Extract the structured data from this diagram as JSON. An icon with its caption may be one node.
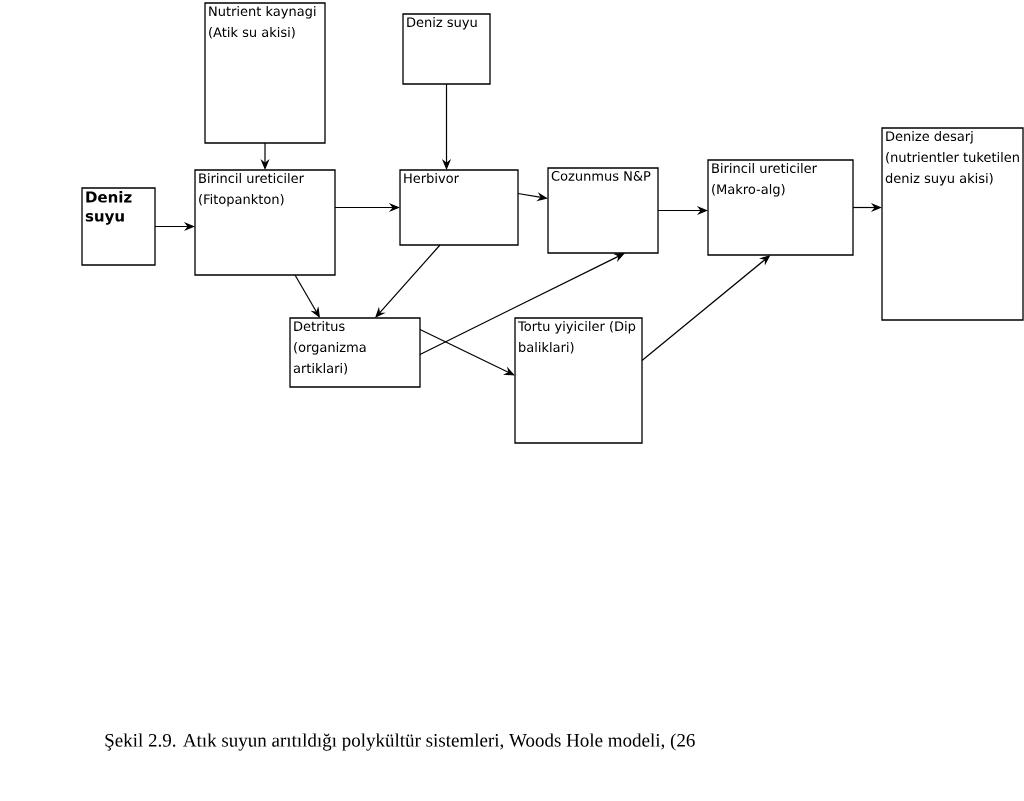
{
  "diagram": {
    "caption": "Şekil 2.9. Atık suyun arıtıldığı polykültür sistemleri, Woods Hole modeli, (26",
    "nodes": [
      {
        "text": [
          "Nutrient kaynagi (Atik su akisi)"
        ]
      },
      {
        "text": [
          "Deniz suyu"
        ]
      },
      {
        "text": [
          "Deniz suyu"
        ]
      },
      {
        "text": [
          "Birincil ureticiler (Fitopankton)"
        ]
      },
      {
        "text": [
          "Herbivor"
        ]
      },
      {
        "text": [
          "Cozunmus N&P"
        ]
      },
      {
        "text": [
          "Birincil ureticiler (Makro-alg)"
        ]
      },
      {
        "text": [
          "Denize desarj (nutrientler tuketilen deniz suyu akisi)"
        ]
      },
      {
        "text": [
          "Detritus (organizma artiklari)"
        ]
      },
      {
        "text": [
          "Tortu yiyiciler (Dip baliklari)"
        ]
      }
    ],
    "edges": [
      {
        "from": 0,
        "to": 3,
        "arrow": "to"
      },
      {
        "from": 1,
        "to": 4,
        "arrow": "to"
      },
      {
        "from": 2,
        "to": 3,
        "arrow": "to"
      },
      {
        "from": 3,
        "to": 4,
        "arrow": "to"
      },
      {
        "from": 4,
        "to": 5,
        "arrow": "to"
      },
      {
        "from": 5,
        "to": 6,
        "arrow": "to"
      },
      {
        "from": 6,
        "to": 7,
        "arrow": "to"
      },
      {
        "from": 3,
        "to": 8,
        "arrow": "to"
      },
      {
        "from": 4,
        "to": 8,
        "arrow": "to"
      },
      {
        "from": 8,
        "to": 5,
        "arrow": "to"
      },
      {
        "from": 8,
        "to": 9,
        "arrow": "to"
      },
      {
        "from": 9,
        "to": 6,
        "arrow": "to"
      }
    ]
  }
}
